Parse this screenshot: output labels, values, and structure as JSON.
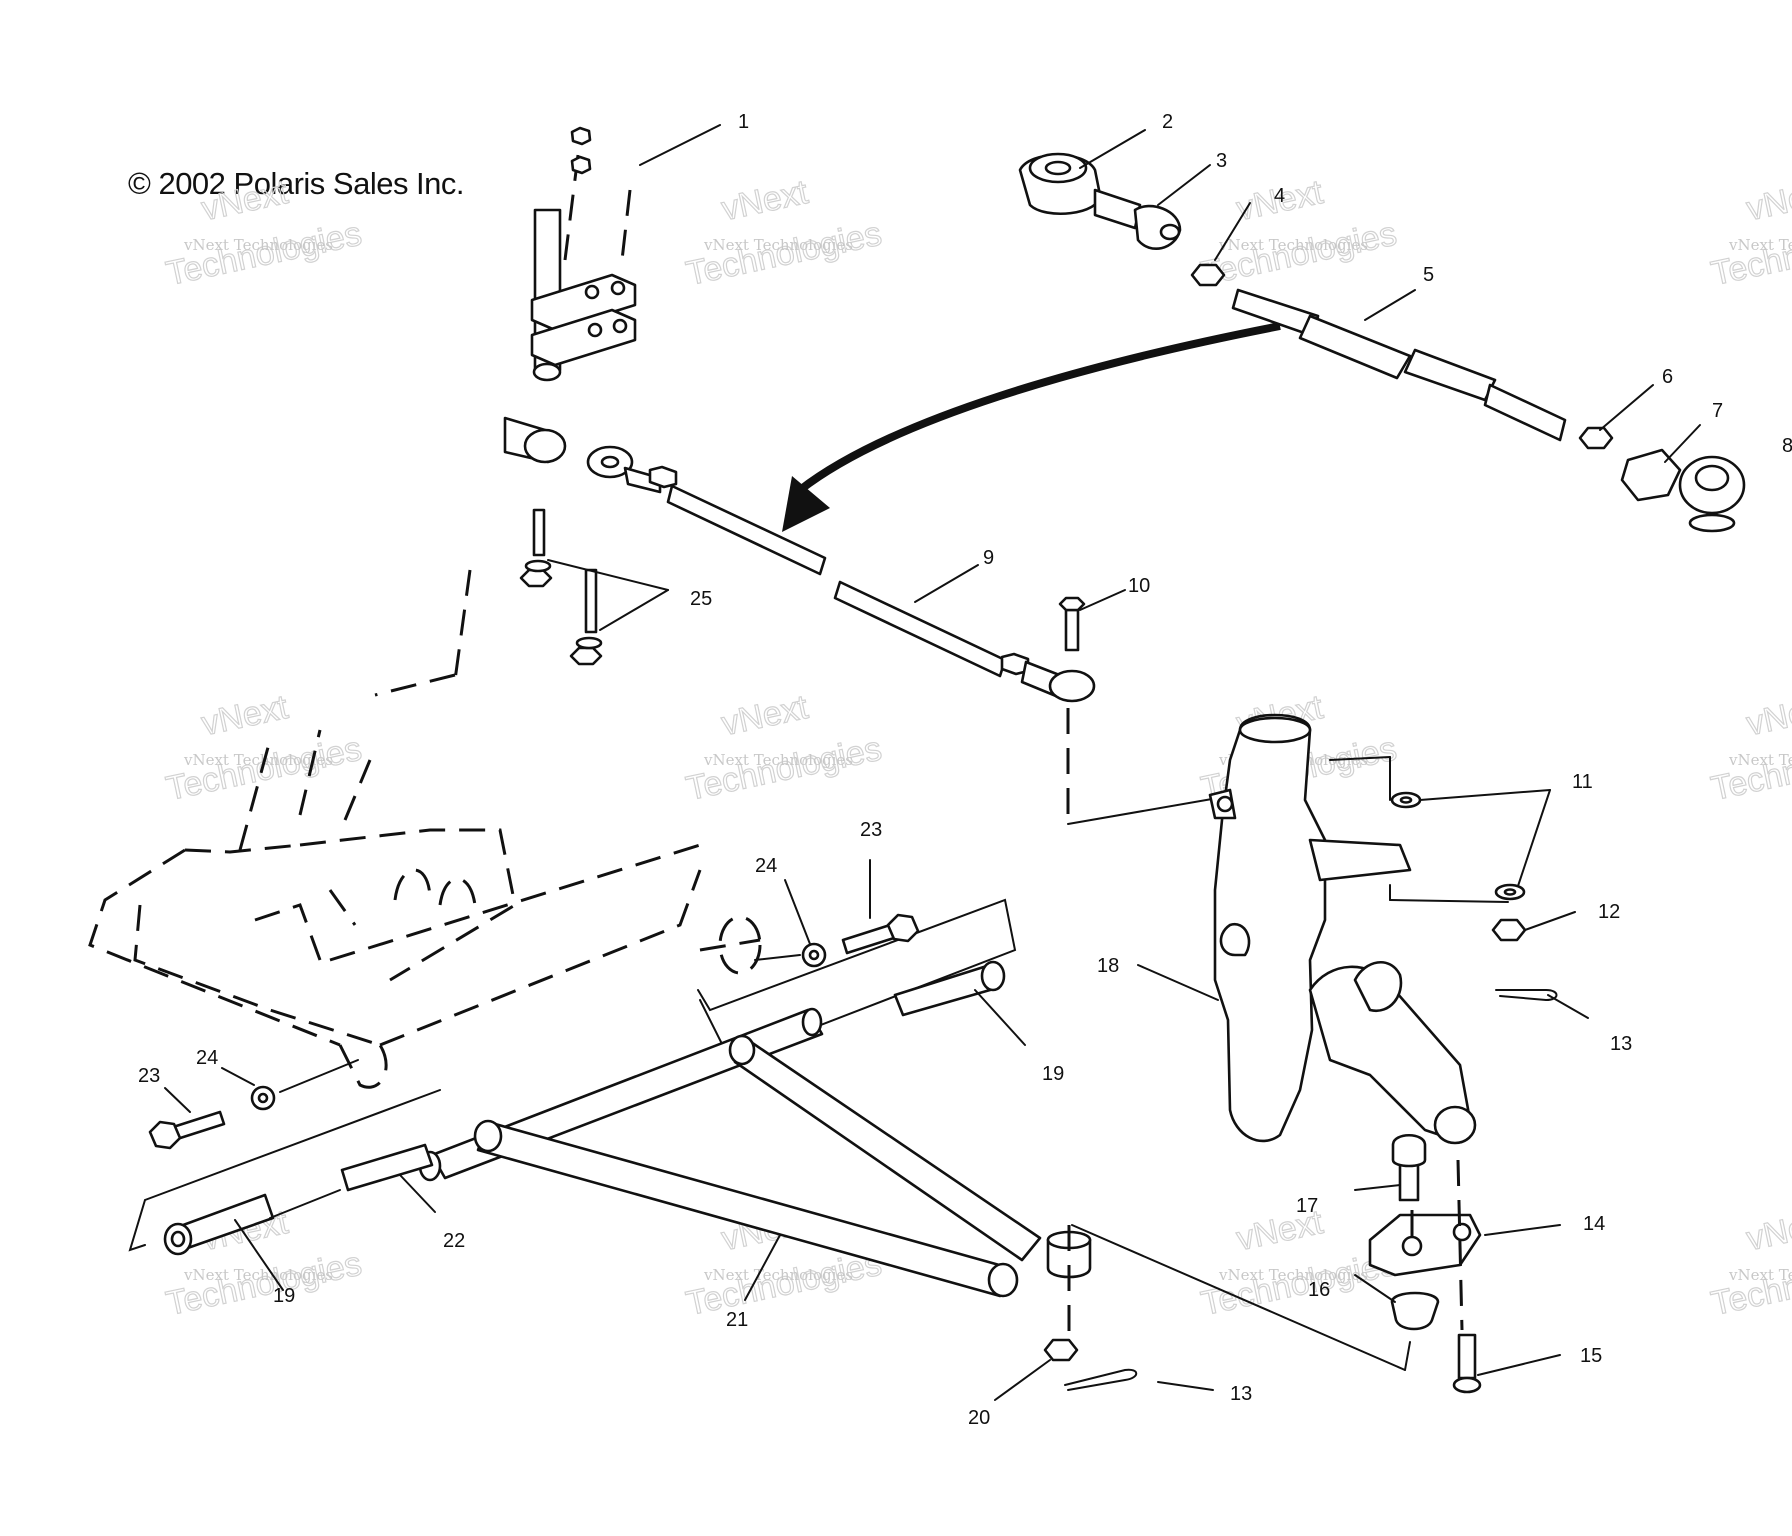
{
  "copyright": "© 2002 Polaris Sales Inc.",
  "watermark": {
    "small": "vNext Technologies",
    "big_line1": "vNext",
    "big_line2": "Technologies"
  },
  "callouts": [
    {
      "id": "1",
      "label": "1"
    },
    {
      "id": "2",
      "label": "2"
    },
    {
      "id": "3",
      "label": "3"
    },
    {
      "id": "4",
      "label": "4"
    },
    {
      "id": "5",
      "label": "5"
    },
    {
      "id": "6",
      "label": "6"
    },
    {
      "id": "7",
      "label": "7"
    },
    {
      "id": "8",
      "label": "8"
    },
    {
      "id": "9",
      "label": "9"
    },
    {
      "id": "10",
      "label": "10"
    },
    {
      "id": "11",
      "label": "11"
    },
    {
      "id": "12",
      "label": "12"
    },
    {
      "id": "13a",
      "label": "13"
    },
    {
      "id": "13b",
      "label": "13"
    },
    {
      "id": "14",
      "label": "14"
    },
    {
      "id": "15",
      "label": "15"
    },
    {
      "id": "16",
      "label": "16"
    },
    {
      "id": "17",
      "label": "17"
    },
    {
      "id": "18",
      "label": "18"
    },
    {
      "id": "19a",
      "label": "19"
    },
    {
      "id": "19b",
      "label": "19"
    },
    {
      "id": "20",
      "label": "20"
    },
    {
      "id": "21",
      "label": "21"
    },
    {
      "id": "22",
      "label": "22"
    },
    {
      "id": "23a",
      "label": "23"
    },
    {
      "id": "23b",
      "label": "23"
    },
    {
      "id": "24a",
      "label": "24"
    },
    {
      "id": "24b",
      "label": "24"
    },
    {
      "id": "25",
      "label": "25"
    }
  ]
}
